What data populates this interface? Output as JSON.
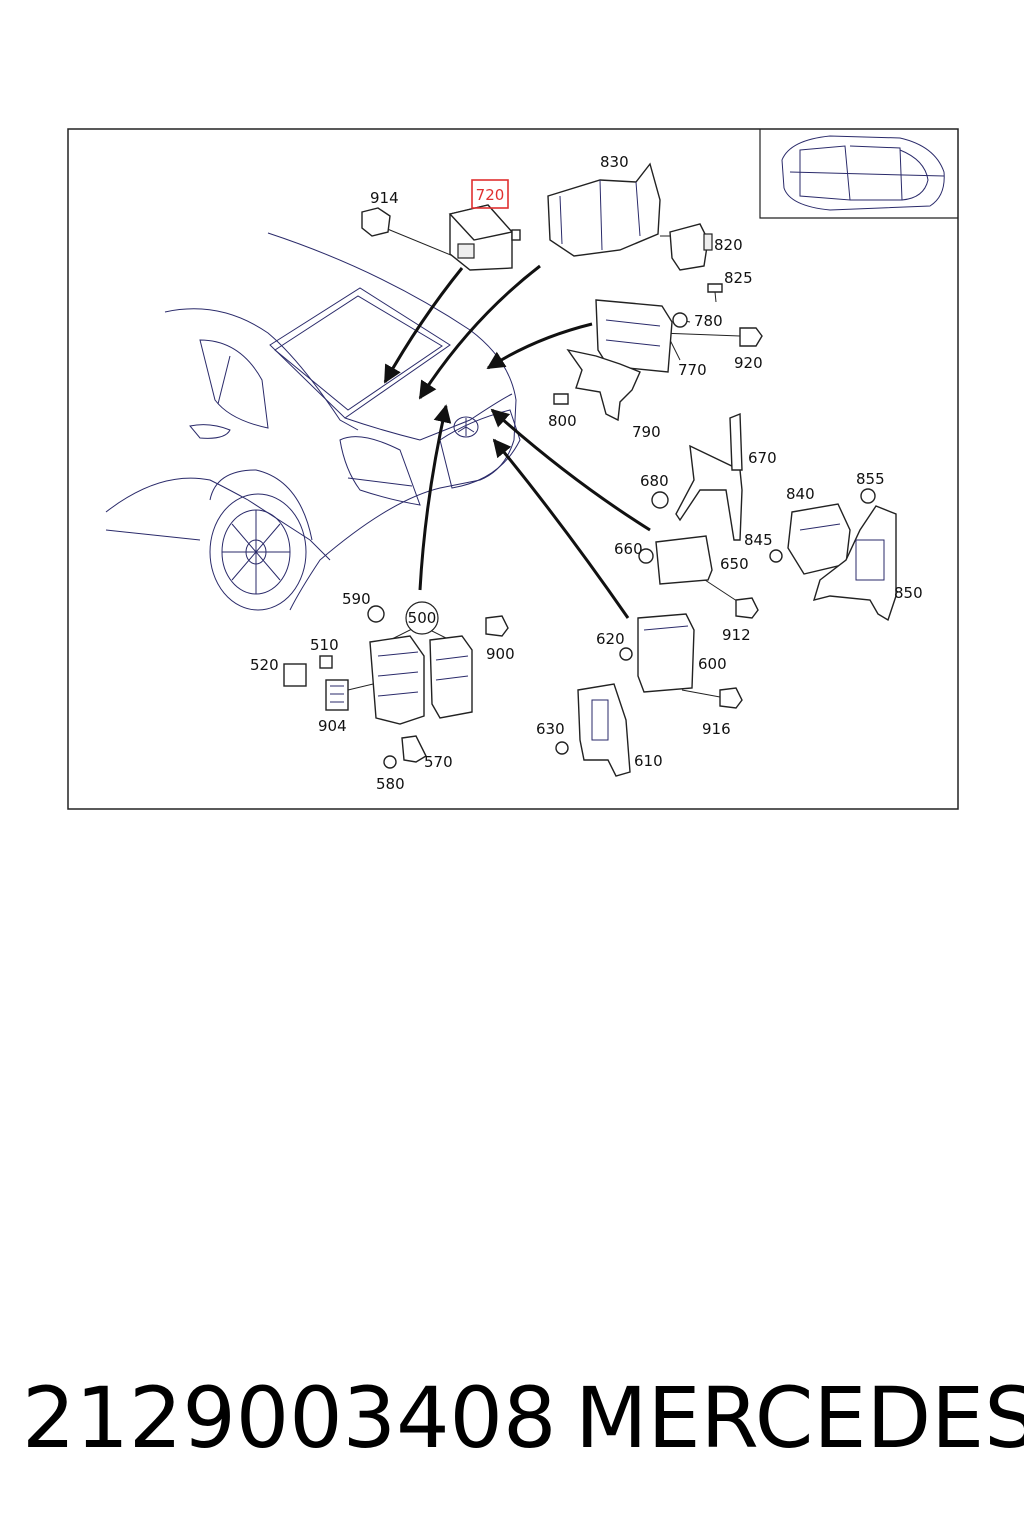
{
  "labels": {
    "l500": "500",
    "l510": "510",
    "l520": "520",
    "l570": "570",
    "l580": "580",
    "l590": "590",
    "l600": "600",
    "l610": "610",
    "l620": "620",
    "l630": "630",
    "l650": "650",
    "l660": "660",
    "l670": "670",
    "l680": "680",
    "l720": "720",
    "l770": "770",
    "l780": "780",
    "l790": "790",
    "l800": "800",
    "l820": "820",
    "l825": "825",
    "l830": "830",
    "l840": "840",
    "l845": "845",
    "l850": "850",
    "l855": "855",
    "l900": "900",
    "l904": "904",
    "l912": "912",
    "l914": "914",
    "l916": "916",
    "l920": "920"
  },
  "highlight": {
    "label": "720",
    "color": "#e03030"
  },
  "footer": {
    "part_number": "2129003408",
    "brand": "MERCEDES"
  }
}
